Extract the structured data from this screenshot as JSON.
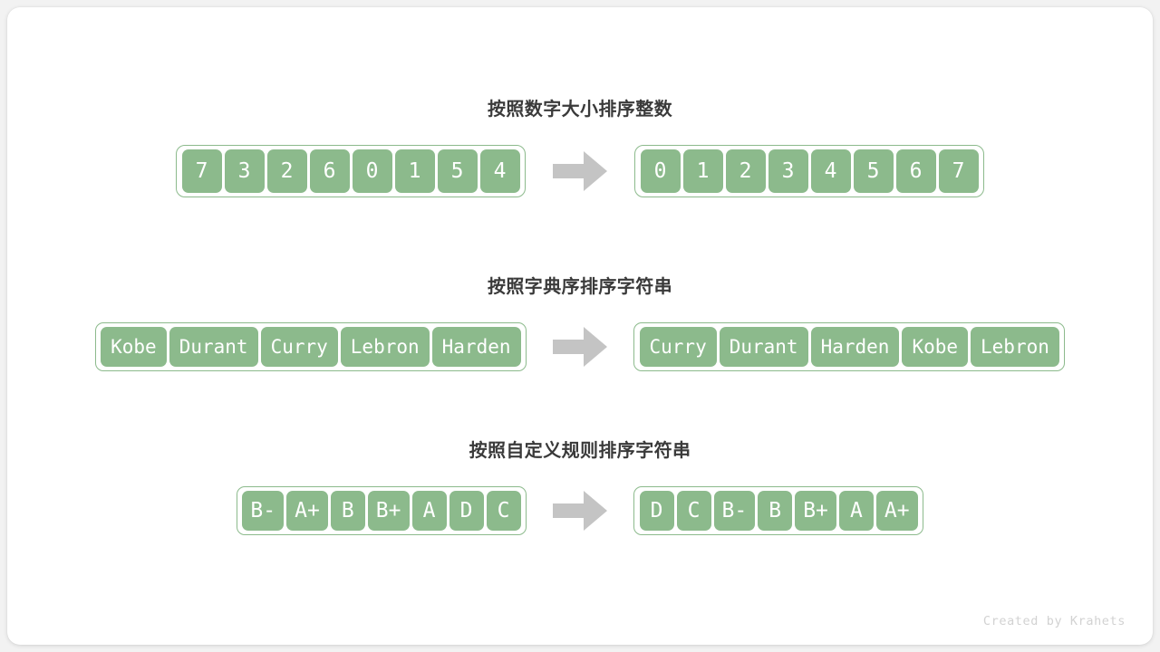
{
  "canvas": {
    "background_color": "#f2f2f2",
    "card_color": "#ffffff"
  },
  "theme": {
    "cell_fill": "#8cba8c",
    "cell_border": "#8cba8c",
    "cell_text": "#ffffff",
    "arrow_color": "#c4c4c4",
    "title_color": "#3a3a3a",
    "credit_color": "#d2d2d2"
  },
  "sections": [
    {
      "id": "sort-integers-by-value",
      "title": "按照数字大小排序整数",
      "input_label": "unsorted-array",
      "output_label": "sorted-array",
      "input": [
        "7",
        "3",
        "2",
        "6",
        "0",
        "1",
        "5",
        "4"
      ],
      "output": [
        "0",
        "1",
        "2",
        "3",
        "4",
        "5",
        "6",
        "7"
      ],
      "arrow_icon": "arrow-right-icon"
    },
    {
      "id": "sort-strings-lexicographic",
      "title": "按照字典序排序字符串",
      "input_label": "unsorted-array",
      "output_label": "sorted-array",
      "input": [
        "Kobe",
        "Durant",
        "Curry",
        "Lebron",
        "Harden"
      ],
      "output": [
        "Curry",
        "Durant",
        "Harden",
        "Kobe",
        "Lebron"
      ],
      "arrow_icon": "arrow-right-icon"
    },
    {
      "id": "sort-strings-custom-rule",
      "title": "按照自定义规则排序字符串",
      "input_label": "unsorted-array",
      "output_label": "sorted-array",
      "input": [
        "B-",
        "A+",
        "B",
        "B+",
        "A",
        "D",
        "C"
      ],
      "output": [
        "D",
        "C",
        "B-",
        "B",
        "B+",
        "A",
        "A+"
      ],
      "arrow_icon": "arrow-right-icon"
    }
  ],
  "footer": {
    "credit": "Created by Krahets"
  }
}
